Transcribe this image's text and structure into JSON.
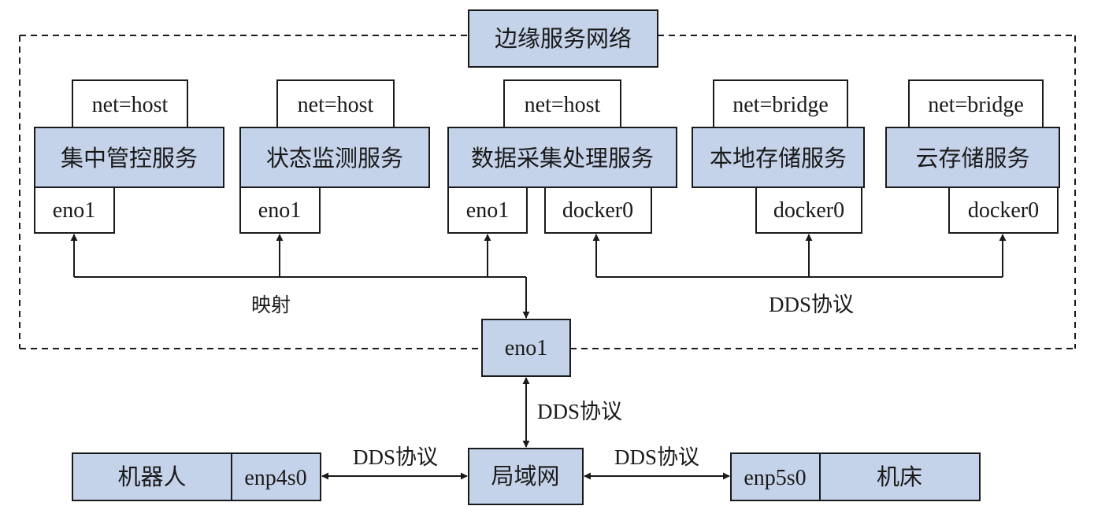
{
  "title": "边缘服务网络",
  "services": [
    {
      "name": "集中管控服务",
      "net": "net=host",
      "interfaces": [
        "eno1"
      ]
    },
    {
      "name": "状态监测服务",
      "net": "net=host",
      "interfaces": [
        "eno1"
      ]
    },
    {
      "name": "数据采集处理服务",
      "net": "net=host",
      "interfaces": [
        "eno1",
        "docker0"
      ]
    },
    {
      "name": "本地存储服务",
      "net": "net=bridge",
      "interfaces": [
        "docker0"
      ]
    },
    {
      "name": "云存储服务",
      "net": "net=bridge",
      "interfaces": [
        "docker0"
      ]
    }
  ],
  "labels": {
    "mapping": "映射",
    "dds_services": "DDS协议",
    "dds_vertical": "DDS协议",
    "dds_left": "DDS协议",
    "dds_right": "DDS协议"
  },
  "host_interface": "eno1",
  "lan": "局域网",
  "robot": {
    "name": "机器人",
    "interface": "enp4s0"
  },
  "machine_tool": {
    "name": "机床",
    "interface": "enp5s0"
  }
}
